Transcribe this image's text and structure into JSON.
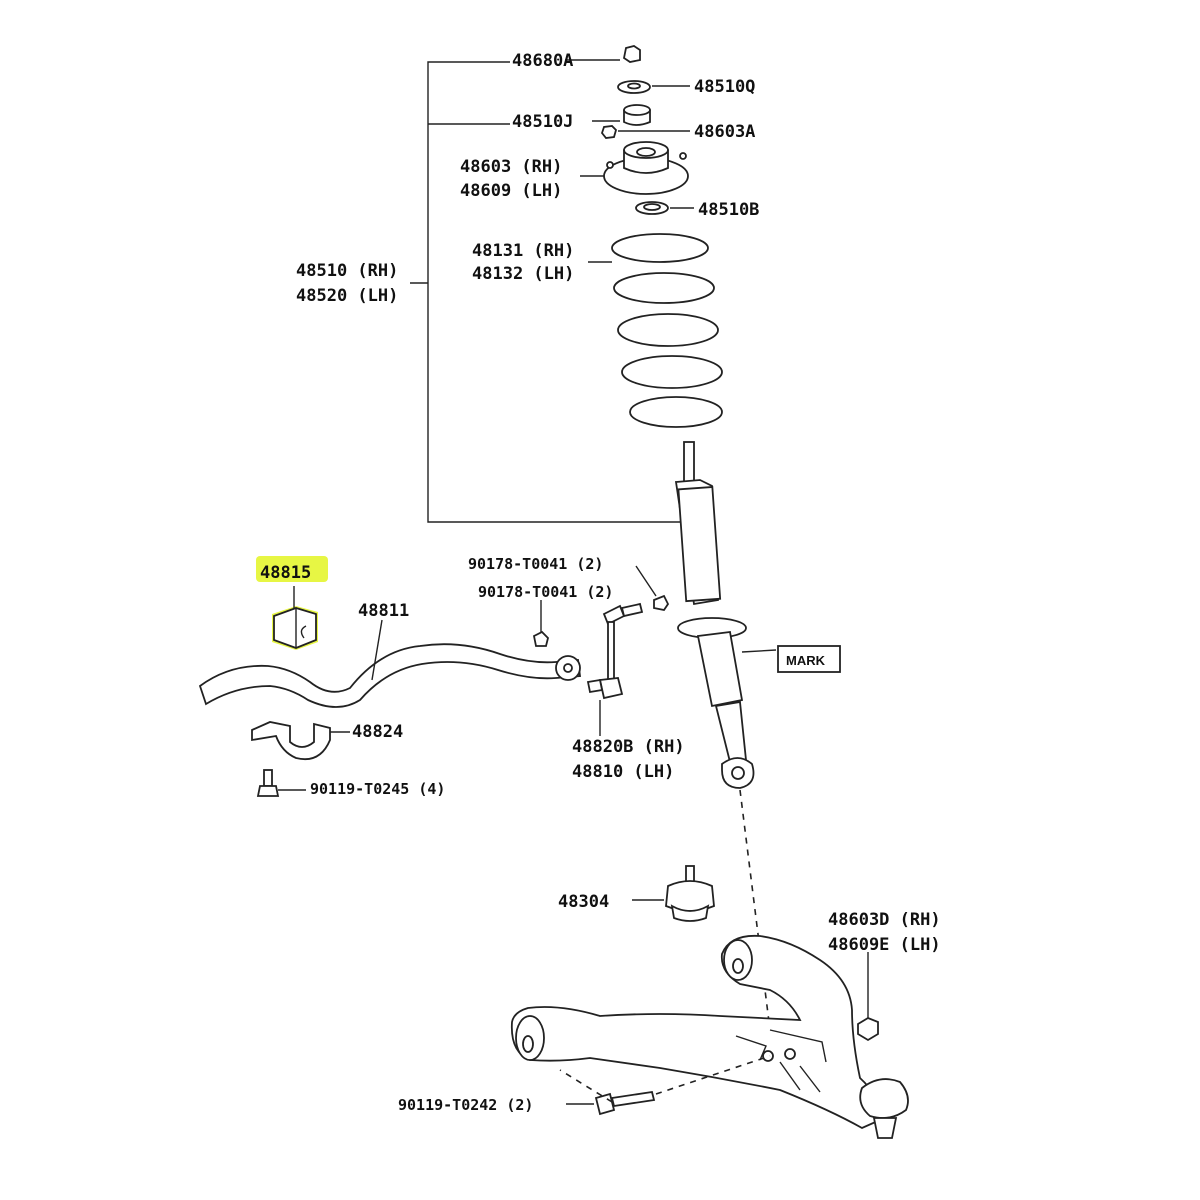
{
  "diagram": {
    "colors": {
      "highlight": "#e6f53a",
      "ink": "#222222"
    },
    "labels": {
      "p48680A": "48680A",
      "p48510Q": "48510Q",
      "p48510J": "48510J",
      "p48603A": "48603A",
      "p48603RH": "48603 (RH)",
      "p48609LH": "48609 (LH)",
      "p48510B": "48510B",
      "p48131RH": "48131 (RH)",
      "p48132LH": "48132 (LH)",
      "p48510RH": "48510 (RH)",
      "p48520LH": "48520 (LH)",
      "p90178a": "90178-T0041 (2)",
      "p90178b": "90178-T0041 (2)",
      "p48815": "48815",
      "p48811": "48811",
      "p48824": "48824",
      "p90119T0245": "90119-T0245 (4)",
      "p48820BRH": "48820B (RH)",
      "p48810LH": "48810 (LH)",
      "mark": "MARK",
      "p48304": "48304",
      "p48603DRH": "48603D (RH)",
      "p48609ELH": "48609E (LH)",
      "p90119T0242": "90119-T0242 (2)"
    },
    "highlighted_part": "48815"
  }
}
